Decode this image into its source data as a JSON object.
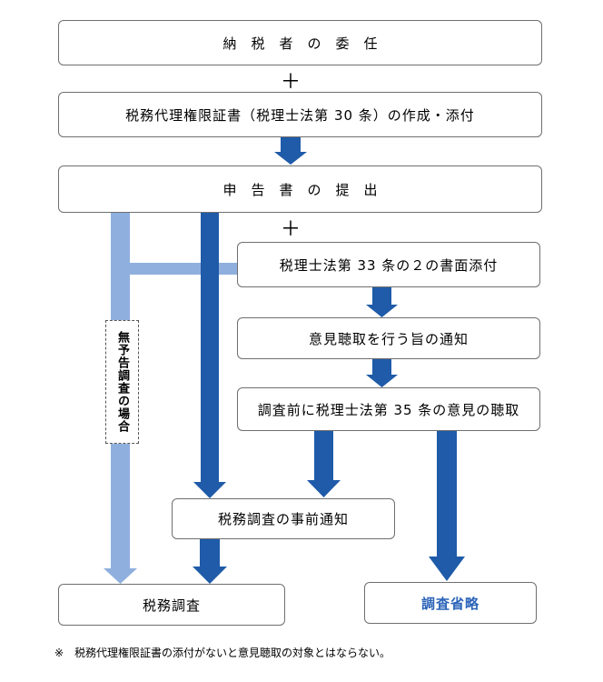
{
  "boxes": {
    "delegation": "納税者の委任",
    "power_of_attorney": "税務代理権限証書（税理士法第 30 条）の作成・添付",
    "filing": "申告書の提出",
    "art33_attachment": "税理士法第 33 条の２の書面添付",
    "hearing_notice": "意見聴取を行う旨の通知",
    "art35_hearing": "調査前に税理士法第 35 条の意見の聴取",
    "advance_notice": "税務調査の事前通知",
    "tax_audit": "税務調査",
    "audit_omitted": "調査省略"
  },
  "plus_sign": "＋",
  "side_label": "無予告調査の場合",
  "footnote": "※　税務代理権限証書の添付がないと意見聴取の対象とはならない。",
  "colors": {
    "dark_arrow": "#1f5ba8",
    "light_arrow": "#8fb0de",
    "box_border": "#6f6f6f",
    "omitted_text": "#2a63b8"
  }
}
